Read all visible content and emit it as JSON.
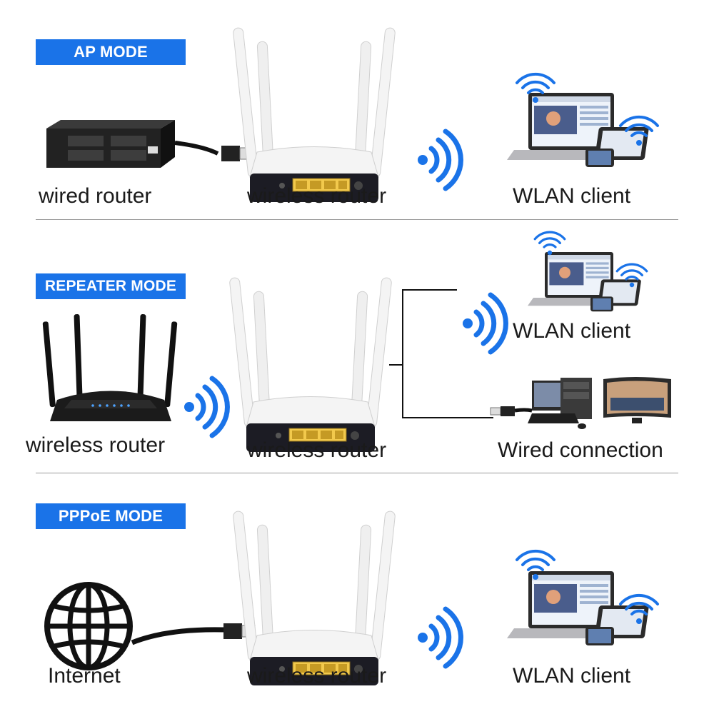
{
  "sections": [
    {
      "mode_label": "AP MODE",
      "left_label": "wired router",
      "center_label": "wireless router",
      "right_label": "WLAN client"
    },
    {
      "mode_label": "REPEATER MODE",
      "left_label": "wireless router",
      "center_label": "wireless router",
      "right_label_top": "WLAN client",
      "right_label_bottom": "Wired connection"
    },
    {
      "mode_label": "PPPoE MODE",
      "left_label": "Internet",
      "center_label": "wireless router",
      "right_label": "WLAN client"
    }
  ],
  "colors": {
    "accent": "#1a73e8",
    "router_body": "#f4f4f4",
    "router_base": "#1c1c24",
    "port": "#f2c94c"
  }
}
